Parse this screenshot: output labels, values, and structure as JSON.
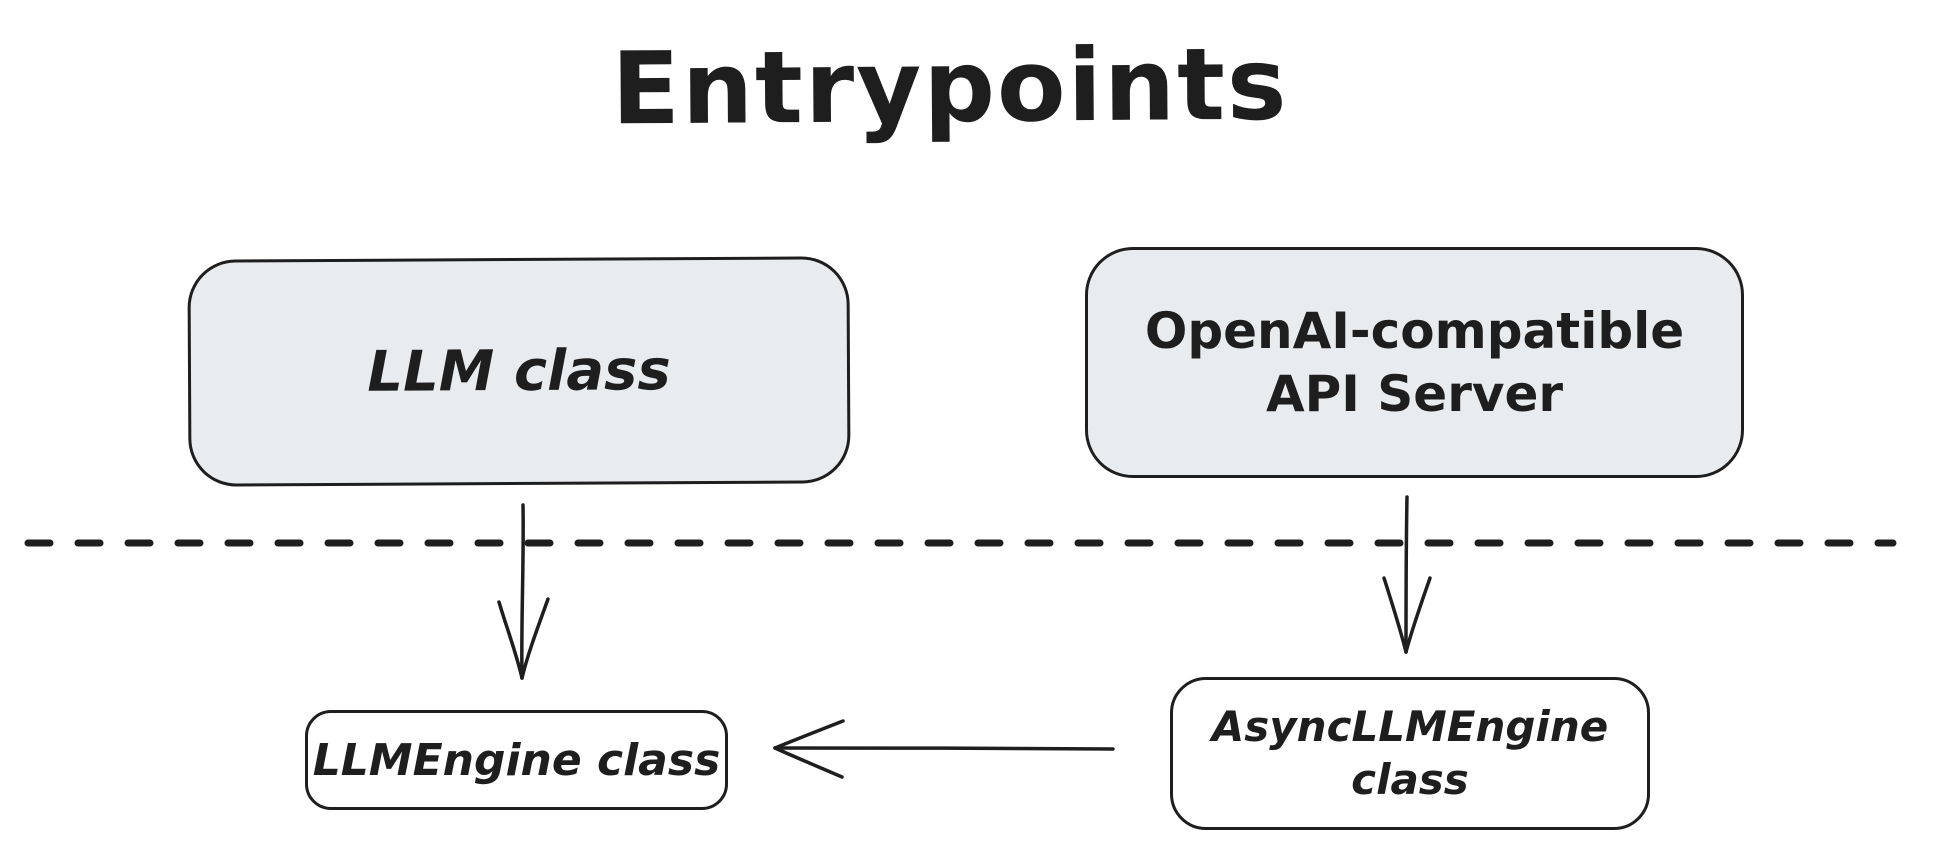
{
  "title": "Entrypoints",
  "boxes": {
    "llm_class": {
      "label": "LLM class"
    },
    "openai_server": {
      "line1": "OpenAI-compatible",
      "line2": "API Server"
    },
    "llm_engine": {
      "label": "LLMEngine class"
    },
    "async_llm_engine": {
      "line1": "AsyncLLMEngine",
      "line2": "class"
    }
  },
  "edges": [
    {
      "from": "LLM class",
      "to": "LLMEngine class",
      "type": "arrow"
    },
    {
      "from": "OpenAI-compatible API Server",
      "to": "AsyncLLMEngine class",
      "type": "arrow"
    },
    {
      "from": "AsyncLLMEngine class",
      "to": "LLMEngine class",
      "type": "arrow"
    }
  ],
  "separator": {
    "style": "dashed",
    "orientation": "horizontal"
  },
  "colors": {
    "stroke": "#1e1e1e",
    "box_fill_gray": "#e9ecef",
    "box_fill_white": "#ffffff",
    "background": "#ffffff"
  }
}
